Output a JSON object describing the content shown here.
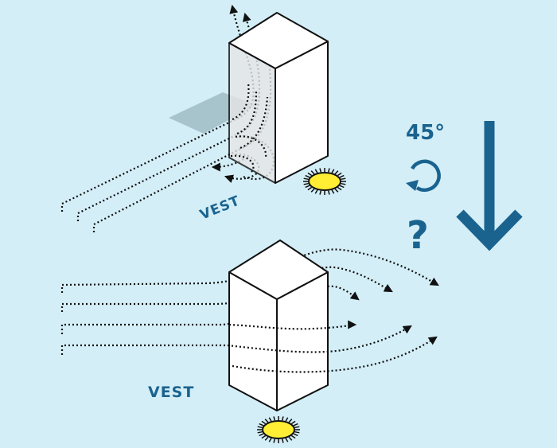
{
  "top_scene": {
    "direction_label": "VEST"
  },
  "bottom_scene": {
    "direction_label": "VEST"
  },
  "angle_label": "45°",
  "question_mark": "?",
  "colors": {
    "background": "#d3eef7",
    "accent": "#1a638f",
    "sun_fill": "#ffee33",
    "building_face": "#ffffff",
    "building_shaded_face": "#e6e6e6",
    "shadow_patch": "#9fbcc4",
    "stroke": "#111111"
  },
  "icons": {
    "rotate": "rotate-icon",
    "down_arrow": "down-arrow-icon",
    "sun": "sun-icon"
  }
}
